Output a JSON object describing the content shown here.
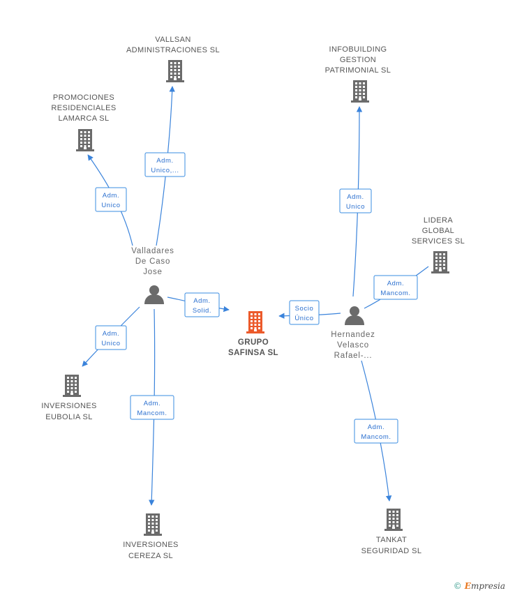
{
  "center": {
    "name_line1": "GRUPO",
    "name_line2": "SAFINSA SL",
    "color": "#ec5a2b"
  },
  "companies": {
    "vallsan": [
      "VALLSAN",
      "ADMINISTRACIONES SL"
    ],
    "promociones": [
      "PROMOCIONES",
      "RESIDENCIALES",
      "LAMARCA SL"
    ],
    "infobuilding": [
      "INFOBUILDING",
      "GESTION",
      "PATRIMONIAL SL"
    ],
    "lidera": [
      "LIDERA",
      "GLOBAL",
      "SERVICES  SL"
    ],
    "eubolia": [
      "INVERSIONES",
      "EUBOLIA SL"
    ],
    "cereza": [
      "INVERSIONES",
      "CEREZA SL"
    ],
    "tankat": [
      "TANKAT",
      "SEGURIDAD SL"
    ]
  },
  "people": {
    "valladares": [
      "Valladares",
      "De Caso",
      "Jose"
    ],
    "hernandez": [
      "Hernandez",
      "Velasco",
      "Rafael-..."
    ]
  },
  "relations": {
    "vallsan": [
      "Adm.",
      "Unico,..."
    ],
    "promociones": [
      "Adm.",
      "Unico"
    ],
    "valladares_center": [
      "Adm.",
      "Solid."
    ],
    "eubolia": [
      "Adm.",
      "Unico"
    ],
    "cereza": [
      "Adm.",
      "Mancom."
    ],
    "infobuilding": [
      "Adm.",
      "Unico"
    ],
    "lidera": [
      "Adm.",
      "Mancom."
    ],
    "hernandez_center": [
      "Socio",
      "Único"
    ],
    "tankat": [
      "Adm.",
      "Mancom."
    ]
  },
  "footer": {
    "copyright": "©",
    "brand_initial": "E",
    "brand_rest": "mpresia"
  },
  "colors": {
    "edge": "#3a83db",
    "icon": "#6b6b6b",
    "accent": "#ec5a2b"
  }
}
